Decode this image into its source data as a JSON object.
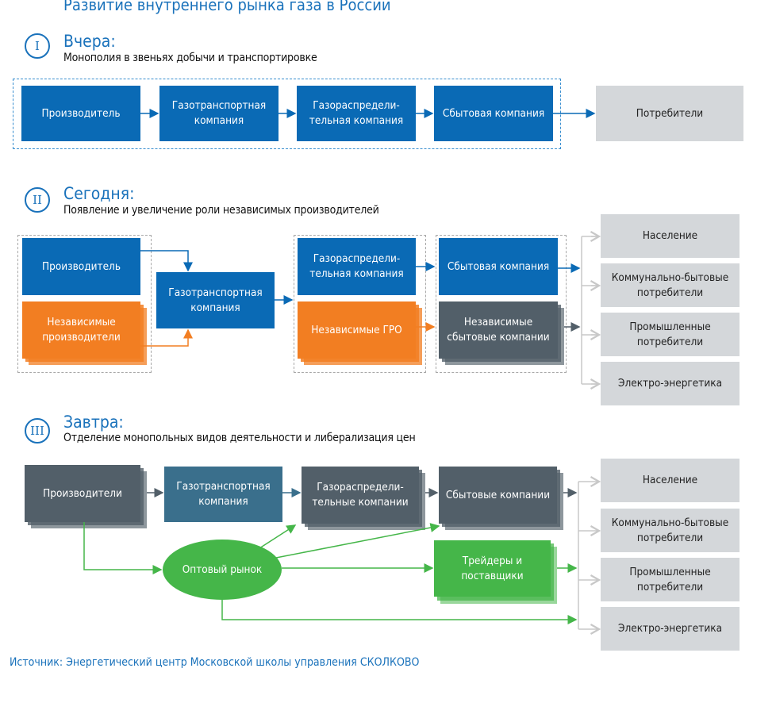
{
  "title": "Развитие внутреннего рынка газа в России",
  "colors": {
    "accent": "#1a72bb",
    "blue": "#0a6ab5",
    "orange": "#f27e22",
    "dark": "#525f69",
    "teal": "#3a6f8c",
    "green": "#45b649",
    "grey": "#d4d7da"
  },
  "sections": [
    {
      "numeral": "I",
      "heading": "Вчера:",
      "subtitle": "Монополия в звеньях добычи и транспортировке",
      "boxes": [
        "Производитель",
        "Газотранспортная компания",
        "Газораспредели-тельная компания",
        "Сбытовая компания",
        "Потребители"
      ]
    },
    {
      "numeral": "II",
      "heading": "Сегодня:",
      "subtitle": "Появление и увеличение роли независимых производителей",
      "boxes": [
        "Производитель",
        "Независимые производители",
        "Газотранспортная компания",
        "Газораспредели-тельная компания",
        "Независимые ГРО",
        "Сбытовая компания",
        "Независимые сбытовые компании"
      ],
      "consumers": [
        "Население",
        "Коммунально-бытовые потребители",
        "Промышленные потребители",
        "Электро-энергетика"
      ]
    },
    {
      "numeral": "III",
      "heading": "Завтра:",
      "subtitle": "Отделение монопольных видов деятельности и либерализация цен",
      "boxes": [
        "Производители",
        "Газотранспортная компания",
        "Газораспредели-тельные компании",
        "Сбытовые компании",
        "Оптовый рынок",
        "Трейдеры и поставщики"
      ],
      "consumers": [
        "Население",
        "Коммунально-бытовые потребители",
        "Промышленные потребители",
        "Электро-энергетика"
      ]
    }
  ],
  "source": "Источник: Энергетический центр Московской школы управления СКОЛКОВО"
}
